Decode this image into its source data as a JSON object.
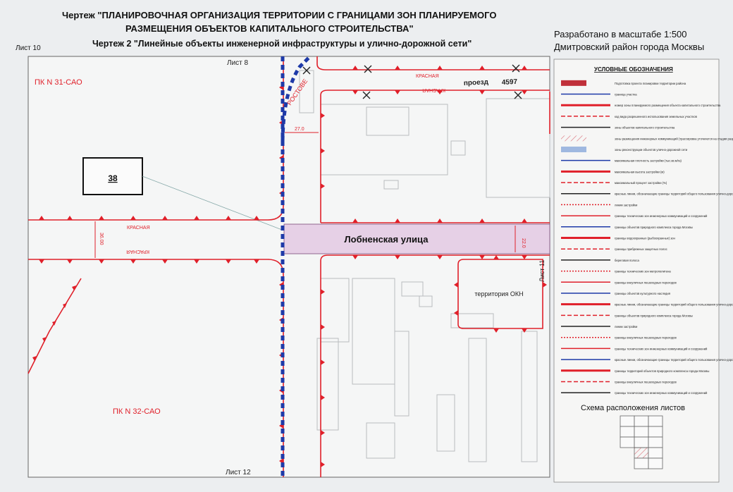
{
  "header": {
    "title_line1": "Чертеж \"ПЛАНИРОВОЧНАЯ ОРГАНИЗАЦИЯ ТЕРРИТОРИИ С ГРАНИЦАМИ ЗОН ПЛАНИРУЕМОГО",
    "title_line2": "РАЗМЕЩЕНИЯ ОБЪЕКТОВ КАПИТАЛЬНОГО СТРОИТЕЛЬСТВА\"",
    "subtitle": "Чертеж 2 \"Линейные объекты инженерной инфраструктуры и улично-дорожной сети\"",
    "scale_note": "Разработано в масштабе 1:500",
    "district": "Дмитровский район города Москвы",
    "sheet_ref": "Лист 10"
  },
  "map": {
    "sheet_top": "Лист 8",
    "sheet_right": "Лист 11",
    "sheet_bottom": "Лист 12",
    "zone_top": "ПК N 31-САО",
    "zone_bottom": "ПК N 32-САО",
    "parcel_label": "38",
    "street_name": "Лобненская улица",
    "red_label_upper": "КРАСНАЯ",
    "red_label_lower": "КРАСНАЯ",
    "red_label_top_a": "КРАСНАЯ",
    "red_label_top_b": "КРАСНАЯ",
    "rostov_label": "РОСТОВЕ",
    "proezd_label": "проезд",
    "proezd_number": "4597",
    "dim_27": "27.0",
    "dim_36": "36.00",
    "dim_22": "22.0",
    "okn_label": "территория ОКН",
    "street_color": "#e6d0e6",
    "red_line_color": "#e0202a",
    "blue_line_color": "#1e3aa8"
  },
  "legend": {
    "title": "УСЛОВНЫЕ ОБОЗНАЧЕНИЯ",
    "items": [
      {
        "label": "Подготовка проекта планировки территории района"
      },
      {
        "label": "граница участка"
      },
      {
        "label": "номер зоны планируемого размещения объекта капитального строительства"
      },
      {
        "label": "код вида разрешенного использования земельных участков"
      },
      {
        "label": "зоны объектов капитального строительства"
      },
      {
        "label": "зоны размещения инженерных коммуникаций (трассировка уточняется на стадии разработки проектной документации)"
      },
      {
        "label": "зоны реконструкции объектов улично-дорожной сети"
      },
      {
        "label": "максимальная плотность застройки (тыс.кв.м/га)"
      },
      {
        "label": "максимальная высота застройки (м)"
      },
      {
        "label": "максимальный процент застройки (%)"
      },
      {
        "label": "красные линии, обозначающие границы территорий общего пользования улично-дорожной сети города Москвы"
      },
      {
        "label": "линии застройки"
      },
      {
        "label": "границы технических зон инженерных коммуникаций и сооружений"
      },
      {
        "label": "границы объектов природного комплекса города Москвы"
      },
      {
        "label": "границы водоохранных (рыбоохранных) зон"
      },
      {
        "label": "границы прибрежных защитных полос"
      },
      {
        "label": "береговая полоса"
      },
      {
        "label": "границы технических зон метрополитена"
      },
      {
        "label": "границы внеуличных пешеходных переходов"
      },
      {
        "label": "границы объектов культурного наследия"
      },
      {
        "label": "красные линии, обозначающие границы территорий общего пользования улично-дорожной сети города Москвы"
      },
      {
        "label": "границы объектов природного комплекса города Москвы"
      },
      {
        "label": "линии застройки"
      },
      {
        "label": "границы внеуличных пешеходных переходов"
      },
      {
        "label": "границы технических зон инженерных коммуникаций и сооружений"
      },
      {
        "label": "красные линии, обозначающие границы территорий общего пользования улично-дорожной сети города Москвы"
      },
      {
        "label": "границы территорий объектов природного комплекса города Москвы"
      },
      {
        "label": "границы внеуличных пешеходных переходов"
      },
      {
        "label": "границы технических зон инженерных коммуникаций и сооружений"
      }
    ]
  },
  "layout_scheme": {
    "title": "Схема расположения листов"
  }
}
